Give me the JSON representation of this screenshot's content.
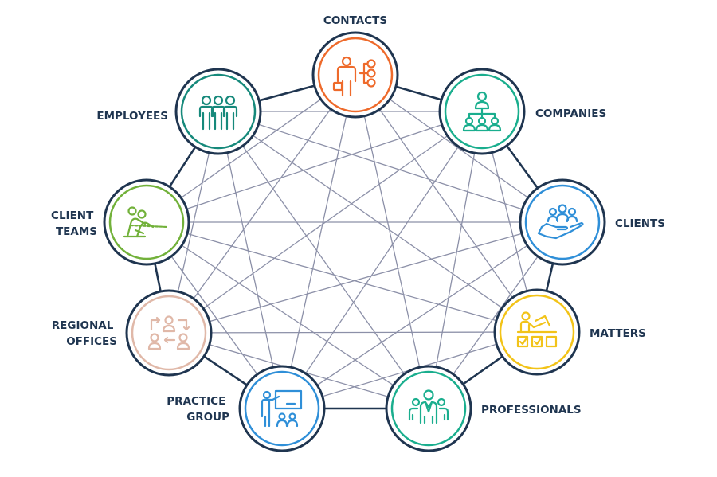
{
  "colors": {
    "edge": "#8c90a8",
    "ring": "#1f3550",
    "label": "#1f3550"
  },
  "nodes": [
    {
      "id": "contacts",
      "label": [
        "CONTACTS"
      ],
      "icon": "contacts-network-icon",
      "color": "#ee6a2b"
    },
    {
      "id": "companies",
      "label": [
        "COMPANIES"
      ],
      "icon": "org-chart-icon",
      "color": "#1aae8e"
    },
    {
      "id": "clients",
      "label": [
        "CLIENTS"
      ],
      "icon": "hand-holding-group-icon",
      "color": "#2f8fd8"
    },
    {
      "id": "matters",
      "label": [
        "MATTERS"
      ],
      "icon": "person-desk-checklist-icon",
      "color": "#f2c318"
    },
    {
      "id": "professionals",
      "label": [
        "PROFESSIONALS"
      ],
      "icon": "professionals-group-icon",
      "color": "#1aae8e"
    },
    {
      "id": "practice-group",
      "label": [
        "PRACTICE",
        "GROUP"
      ],
      "icon": "presentation-board-icon",
      "color": "#2f8fd8"
    },
    {
      "id": "regional-offices",
      "label": [
        "REGIONAL",
        "OFFICES"
      ],
      "icon": "exchange-people-icon",
      "color": "#e0b8a8"
    },
    {
      "id": "client-teams",
      "label": [
        "CLIENT",
        "TEAMS"
      ],
      "icon": "tug-of-war-icon",
      "color": "#72b13a"
    },
    {
      "id": "employees",
      "label": [
        "EMPLOYEES"
      ],
      "icon": "three-people-icon",
      "color": "#16897b"
    }
  ]
}
